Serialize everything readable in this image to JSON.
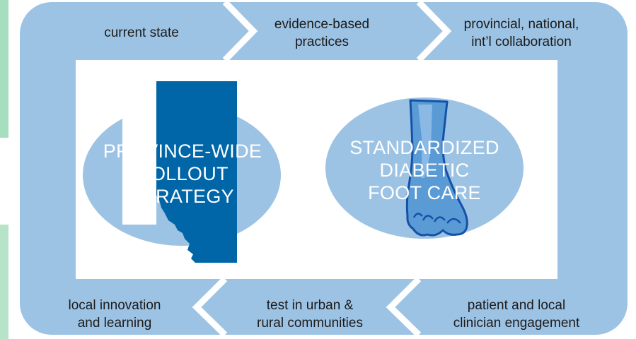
{
  "colors": {
    "frame": "#9dc3e4",
    "chevron_gap": "#ffffff",
    "panel": "#ffffff",
    "ellipse": "#9dc3e4",
    "province": "#0066a8",
    "foot": "#5b9bd5",
    "foot_outline": "#1452a8",
    "left_strip_top": "#a6dec0",
    "left_strip_bottom": "#b7e3c9"
  },
  "cycle": {
    "top": [
      {
        "text": "current state"
      },
      {
        "text": "evidence-based\npractices"
      },
      {
        "text": "provincial, national,\nint’l collaboration"
      }
    ],
    "bottom": [
      {
        "text": "local innovation\nand learning"
      },
      {
        "text": "test in urban &\nrural communities"
      },
      {
        "text": "patient and local\nclinician engagement"
      }
    ]
  },
  "center": {
    "left_title": "PROVINCE-WIDE\nROLLOUT\nSTRATEGY",
    "right_title": "STANDARDIZED\nDIABETIC\nFOOT CARE",
    "left_icon": "alberta-map-icon",
    "right_icon": "foot-icon"
  }
}
